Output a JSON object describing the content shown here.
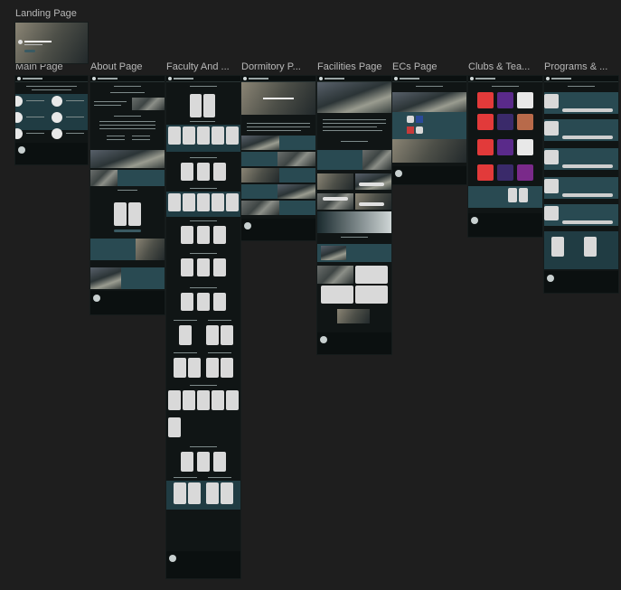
{
  "canvas": {
    "background": "#1e1e1e",
    "frames": [
      {
        "id": "landing",
        "label": "Landing Page"
      },
      {
        "id": "main",
        "label": "Main Page"
      },
      {
        "id": "about",
        "label": "About Page"
      },
      {
        "id": "faculty",
        "label": "Faculty And ..."
      },
      {
        "id": "dormitory",
        "label": "Dormitory P..."
      },
      {
        "id": "facilities",
        "label": "Facilities Page"
      },
      {
        "id": "ecs",
        "label": "ECs Page"
      },
      {
        "id": "clubs",
        "label": "Clubs & Tea..."
      },
      {
        "id": "programs",
        "label": "Programs & ..."
      }
    ]
  },
  "colors": {
    "frame_bg": "#101515",
    "teal_accent": "#294a52",
    "card_placeholder": "#d9d9d9",
    "club_red": "#e23a3a",
    "club_purple": "#5a2a8a"
  }
}
